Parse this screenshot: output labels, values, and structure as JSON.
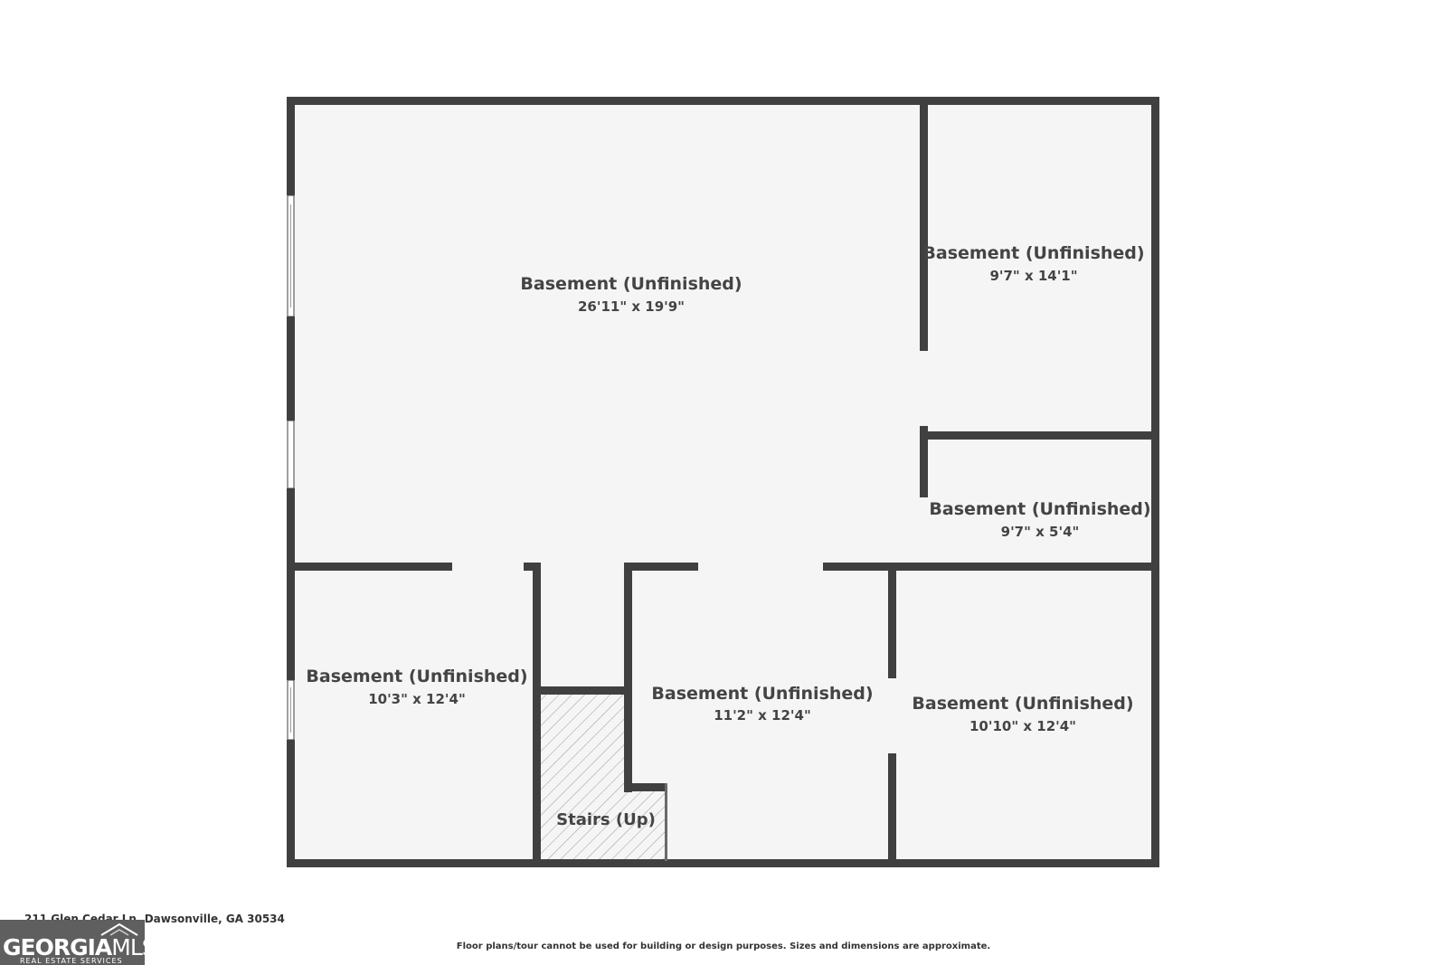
{
  "rooms": [
    {
      "name": "Basement (Unfinished)",
      "dimensions": "26'11\" x 19'9\""
    },
    {
      "name": "Basement (Unfinished)",
      "dimensions": "9'7\" x 14'1\""
    },
    {
      "name": "Basement (Unfinished)",
      "dimensions": "9'7\" x 5'4\""
    },
    {
      "name": "Basement (Unfinished)",
      "dimensions": "10'3\" x 12'4\""
    },
    {
      "name": "Basement (Unfinished)",
      "dimensions": "11'2\" x 12'4\""
    },
    {
      "name": "Basement (Unfinished)",
      "dimensions": "10'10\" x 12'4\""
    }
  ],
  "stairs": {
    "label": "Stairs (Up)"
  },
  "footer": {
    "address": "211 Glen Cedar Ln, Dawsonville, GA 30534",
    "disclaimer": "Floor plans/tour cannot be used for building or design purposes. Sizes and dimensions are approximate."
  },
  "logo": {
    "brand_bold": "GEORGIA",
    "brand_light": "MLS",
    "tagline": "REAL ESTATE SERVICES"
  },
  "colors": {
    "wall": "#404040",
    "floor": "#f5f5f5",
    "text": "#444444",
    "logo_bg": "#5f5f5f"
  }
}
